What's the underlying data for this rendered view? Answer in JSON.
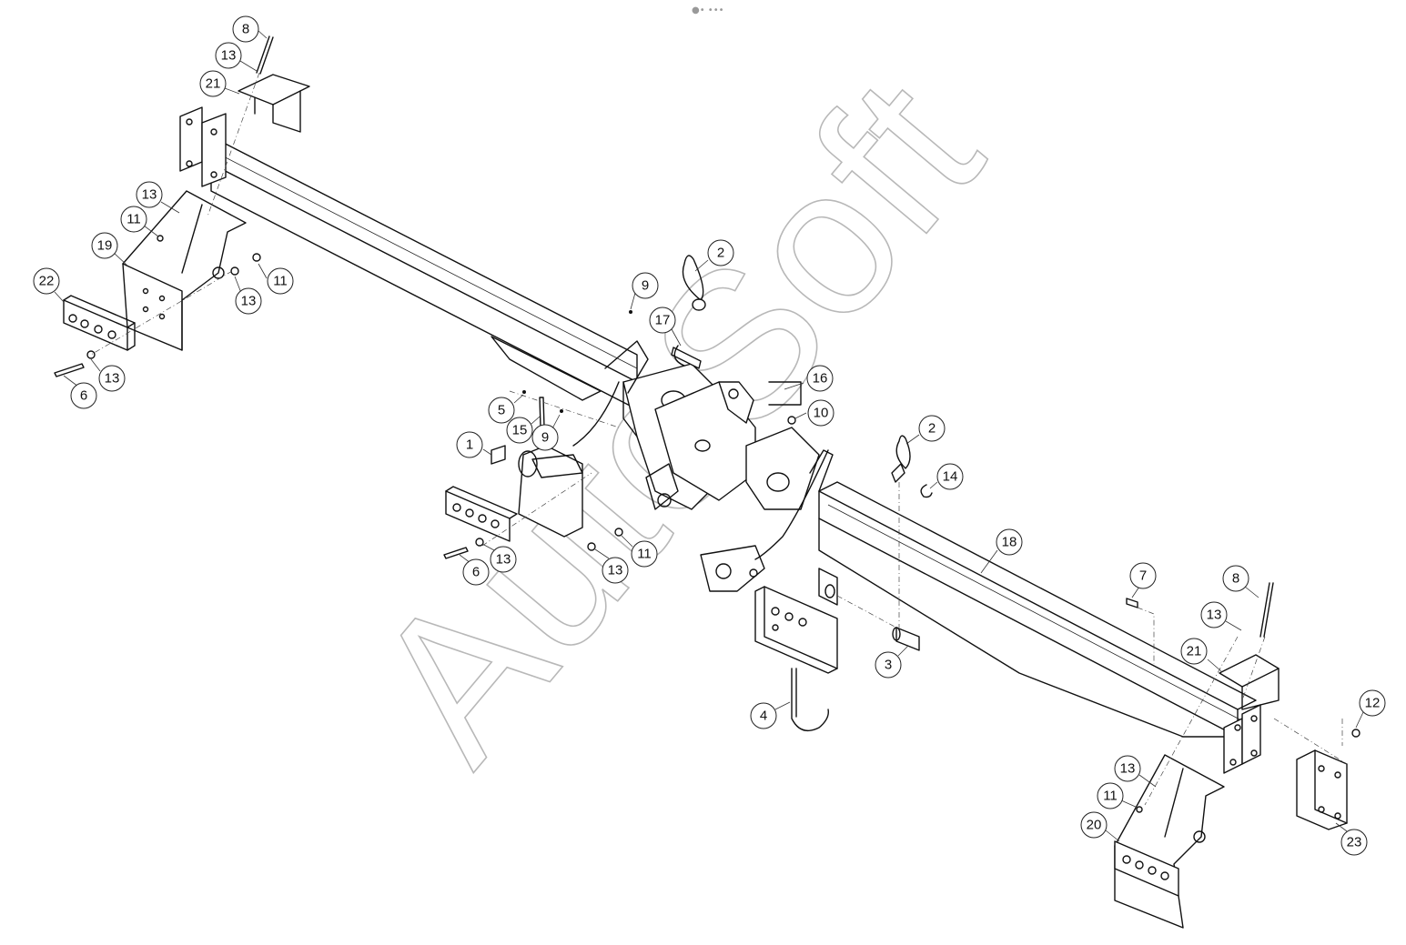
{
  "watermark": "AutoSoft",
  "callouts": [
    {
      "label": "8"
    },
    {
      "label": "13"
    },
    {
      "label": "21"
    },
    {
      "label": "13"
    },
    {
      "label": "11"
    },
    {
      "label": "19"
    },
    {
      "label": "11"
    },
    {
      "label": "13"
    },
    {
      "label": "22"
    },
    {
      "label": "13"
    },
    {
      "label": "6"
    },
    {
      "label": "2"
    },
    {
      "label": "9"
    },
    {
      "label": "17"
    },
    {
      "label": "16"
    },
    {
      "label": "10"
    },
    {
      "label": "5"
    },
    {
      "label": "15"
    },
    {
      "label": "9"
    },
    {
      "label": "1"
    },
    {
      "label": "13"
    },
    {
      "label": "6"
    },
    {
      "label": "11"
    },
    {
      "label": "13"
    },
    {
      "label": "2"
    },
    {
      "label": "14"
    },
    {
      "label": "18"
    },
    {
      "label": "7"
    },
    {
      "label": "8"
    },
    {
      "label": "13"
    },
    {
      "label": "21"
    },
    {
      "label": "3"
    },
    {
      "label": "4"
    },
    {
      "label": "12"
    },
    {
      "label": "13"
    },
    {
      "label": "11"
    },
    {
      "label": "20"
    },
    {
      "label": "23"
    }
  ]
}
